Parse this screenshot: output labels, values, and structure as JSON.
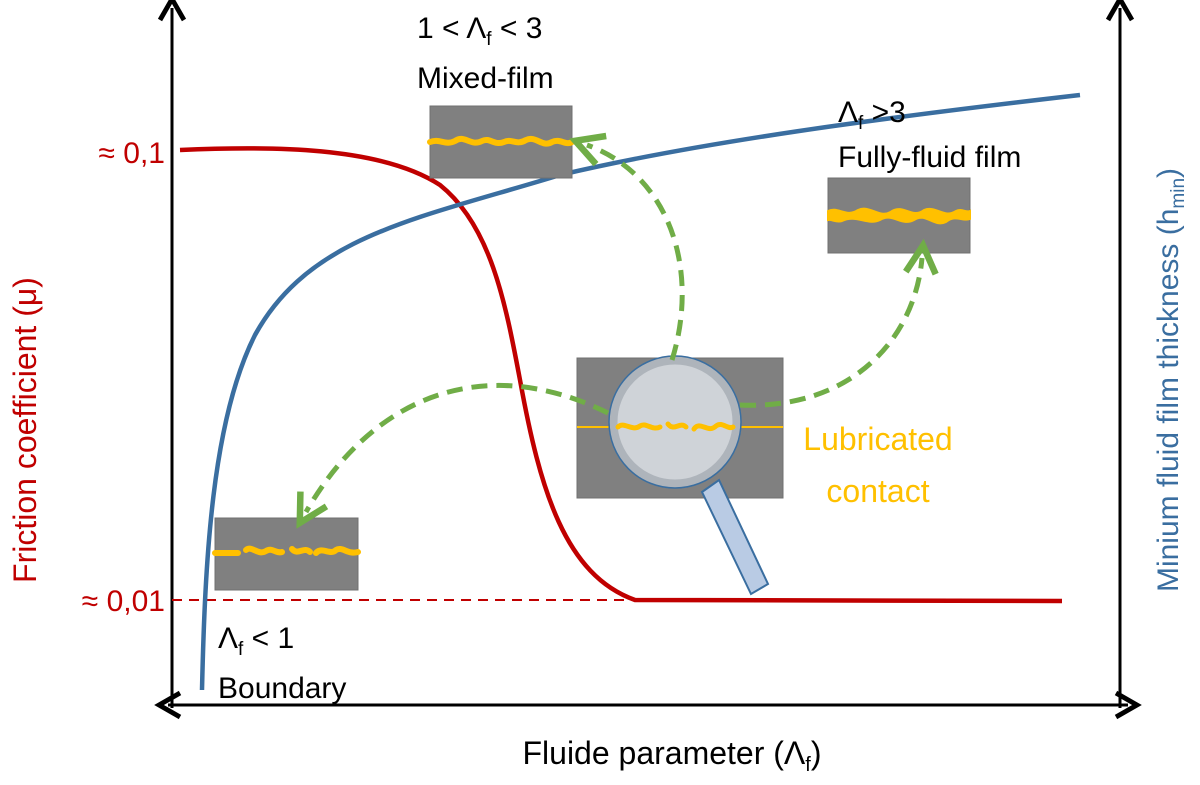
{
  "colors": {
    "friction": "#c00000",
    "thickness": "#3a6ea0",
    "arrow": "#70ad47",
    "film": "#ffc000",
    "box": "#808080",
    "axis": "#000000"
  },
  "axes": {
    "x_label_main": "Fluide parameter (",
    "x_label_sym": "Λ",
    "x_label_sub": "f",
    "x_label_end": ")",
    "y_left_label": "Friction coefficient (μ)",
    "y_right_label_main": "Minium fluid film thickness (h",
    "y_right_label_sub": "min",
    "y_right_label_end": ")"
  },
  "ticks": {
    "high": "≈ 0,1",
    "low": "≈ 0,01"
  },
  "regimes": {
    "mixed": {
      "cond_pre": "1 < ",
      "sym": "Λ",
      "sub": "f",
      "cond_post": " < 3",
      "name": "Mixed-film"
    },
    "fluid": {
      "sym": "Λ",
      "sub": "f",
      "cond_post": " >3",
      "name": "Fully-fluid film"
    },
    "boundary": {
      "sym": "Λ",
      "sub": "f",
      "cond_post": " < 1",
      "name": "Boundary"
    }
  },
  "center_label": {
    "line1": "Lubricated",
    "line2": "contact"
  },
  "icons": {
    "magnifier": "magnifying-glass-icon"
  }
}
